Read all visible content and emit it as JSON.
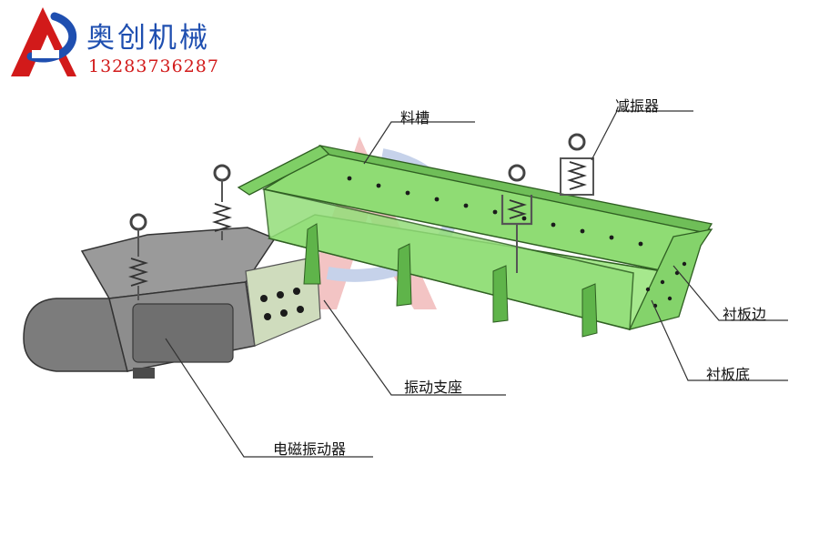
{
  "brand": {
    "name": "奥创机械",
    "phone": "13283736287",
    "logo_colors": {
      "primary": "#d21a1a",
      "secondary": "#1f4fb0"
    }
  },
  "diagram": {
    "labels": {
      "trough": "料槽",
      "damper": "减振器",
      "liner_side": "衬板边",
      "liner_bottom": "衬板底",
      "support": "振动支座",
      "exciter": "电磁振动器"
    },
    "colors": {
      "trough_fill": "#93de7a",
      "trough_dark": "#5fb44a",
      "exciter_fill": "#8f8f8f",
      "exciter_dark": "#5e5e5e",
      "support_fill": "#c9d8b4",
      "rivet": "#1b1b1b"
    }
  }
}
